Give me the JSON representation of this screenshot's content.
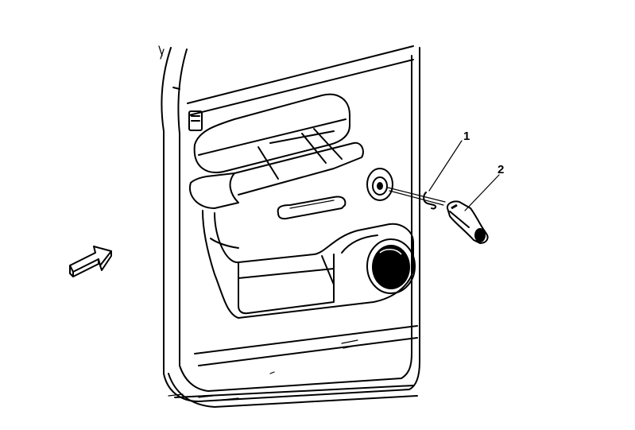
{
  "callouts": [
    {
      "number": "1",
      "part": "retaining-clip"
    },
    {
      "number": "2",
      "part": "window-crank-handle"
    }
  ],
  "icons": {
    "view_arrow": "direction-arrow-icon"
  }
}
